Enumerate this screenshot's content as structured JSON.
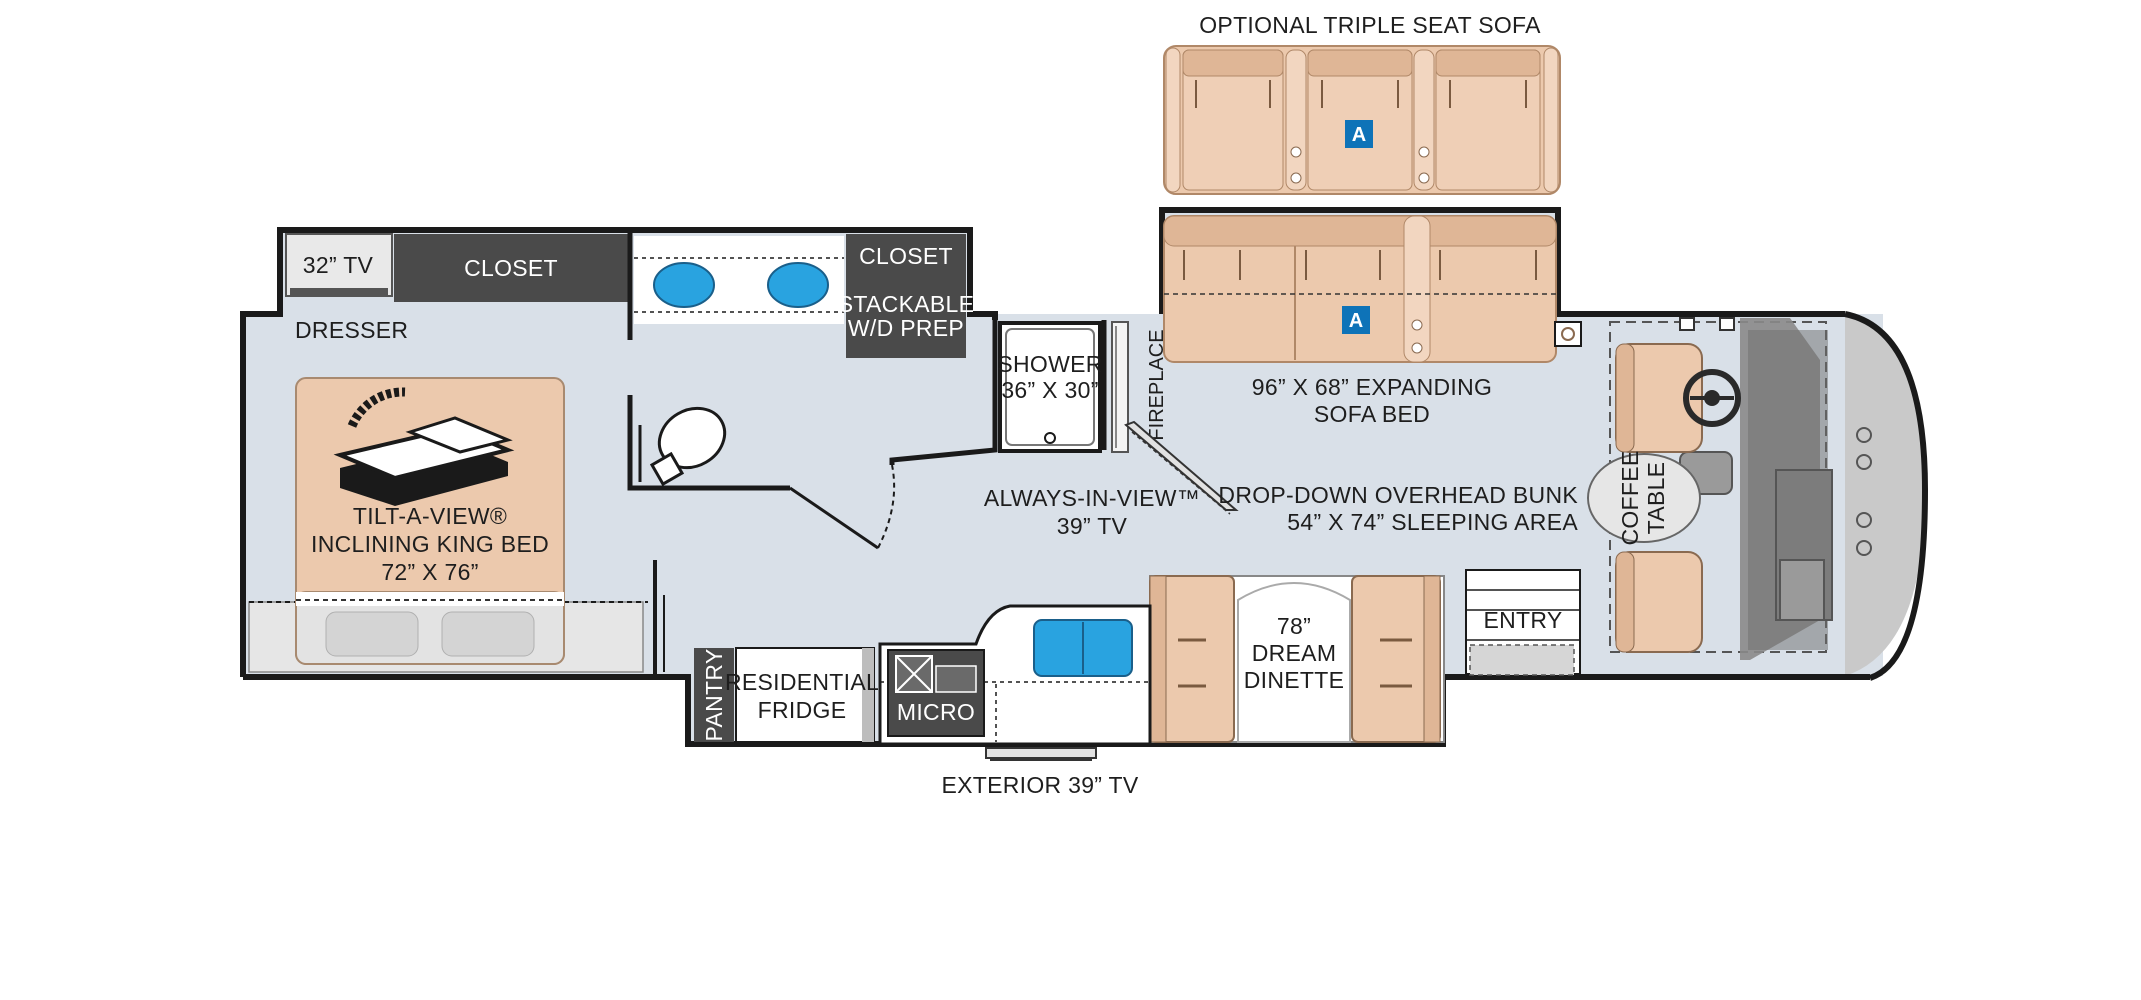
{
  "labels": {
    "optional_sofa": "OPTIONAL TRIPLE SEAT SOFA",
    "tv_32": "32” TV",
    "closet_bedroom": "CLOSET",
    "closet_bath": "CLOSET",
    "stackable_1": "STACKABLE",
    "stackable_2": "W/D PREP",
    "dresser": "DRESSER",
    "shower_1": "SHOWER",
    "shower_2": "36” X 30”",
    "fireplace": "FIREPLACE",
    "sofa_bed_1": "96” X 68” EXPANDING",
    "sofa_bed_2": "SOFA BED",
    "bed_1": "TILT-A-VIEW®",
    "bed_2": "INCLINING KING BED",
    "bed_3": "72” X 76”",
    "always_tv_1": "ALWAYS-IN-VIEW™",
    "always_tv_2": "39” TV",
    "bunk_1": "DROP-DOWN OVERHEAD BUNK",
    "bunk_2": "54” X 74” SLEEPING AREA",
    "coffee_1": "COFFEE",
    "coffee_2": "TABLE",
    "entry": "ENTRY",
    "dinette_1": "78”",
    "dinette_2": "DREAM",
    "dinette_3": "DINETTE",
    "pantry": "PANTRY",
    "fridge_1": "RESIDENTIAL",
    "fridge_2": "FRIDGE",
    "micro": "MICRO",
    "exterior_tv": "EXTERIOR 39” TV",
    "badge": "A"
  },
  "colors": {
    "wall": "#1a1a1a",
    "floor": "#d9e0e8",
    "furniture_tan": "#ecc9ad",
    "dark_cabinet": "#4a4a4a",
    "sink_blue": "#29a3e0",
    "badge_blue": "#0e73b8",
    "cab_gray": "#9a9a9a"
  },
  "icons": [
    "bed-incline-icon",
    "toilet-icon",
    "sink-icon",
    "steering-wheel-icon",
    "stove-icon"
  ]
}
